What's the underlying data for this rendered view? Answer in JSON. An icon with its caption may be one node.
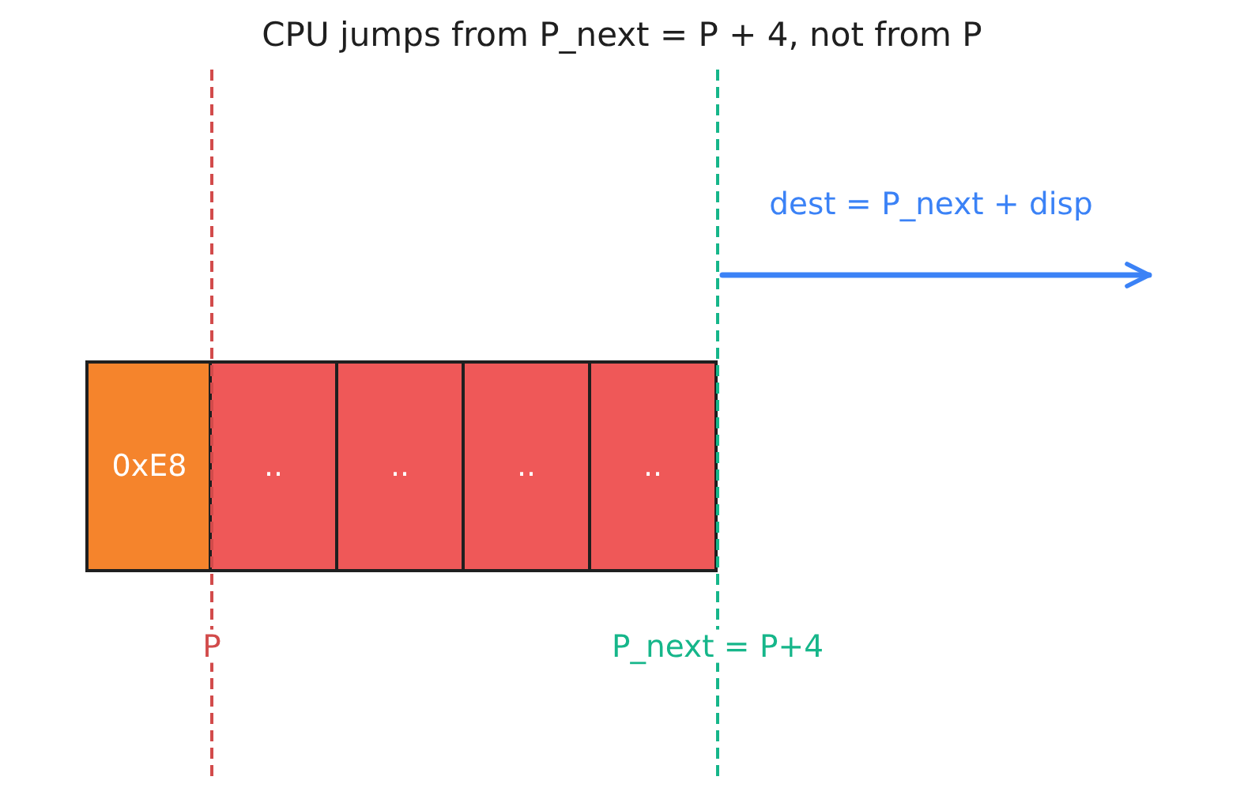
{
  "diagram": {
    "title": "CPU jumps from P_next = P + 4, not from P",
    "nodes": [
      {
        "text": [
          "0xE8"
        ]
      },
      {
        "text": [
          ".."
        ]
      },
      {
        "text": [
          ".."
        ]
      },
      {
        "text": [
          ".."
        ]
      },
      {
        "text": [
          ".."
        ]
      }
    ],
    "labels": [
      "dest = P_next + disp",
      "P",
      "P_next = P+4"
    ]
  }
}
